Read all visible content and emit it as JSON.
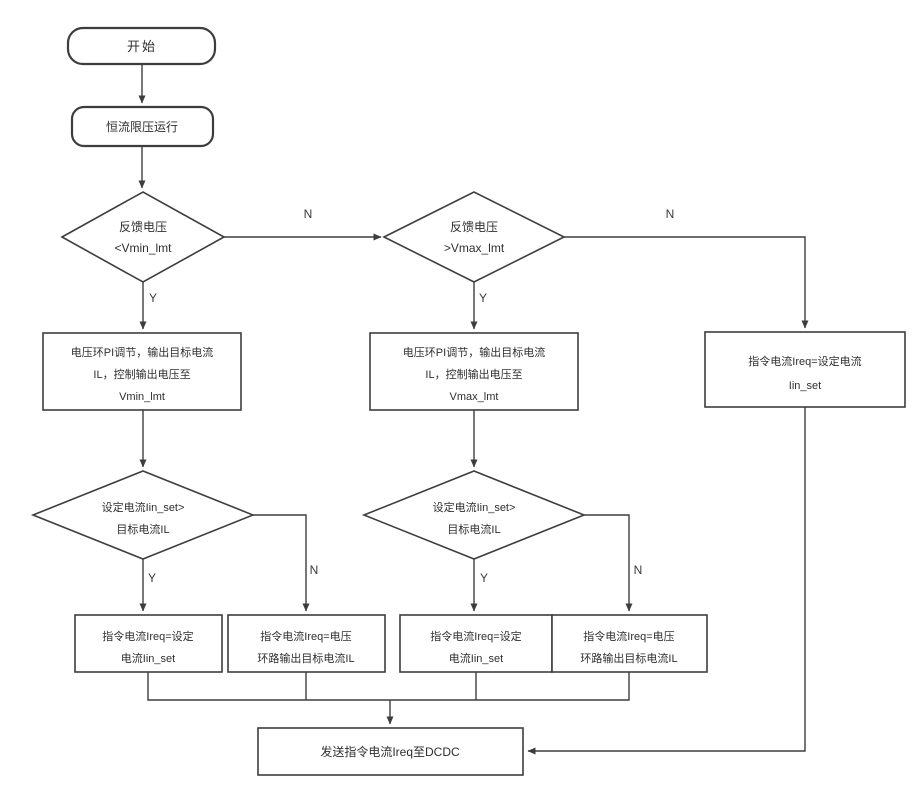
{
  "nodes": {
    "start": {
      "label": "开始"
    },
    "mode": {
      "label": "恒流限压运行"
    },
    "check_vmin": {
      "line1": "反馈电压",
      "line2": "<Vmin_lmt"
    },
    "check_vmax": {
      "line1": "反馈电压",
      "line2": ">Vmax_lmt"
    },
    "vloop_min": {
      "line1": "电压环PI调节，输出目标电流",
      "line2": "IL，控制输出电压至",
      "line3": "Vmin_lmt"
    },
    "vloop_max": {
      "line1": "电压环PI调节，输出目标电流",
      "line2": "IL，控制输出电压至",
      "line3": "Vmax_lmt"
    },
    "cmd_set_right": {
      "line1": "指令电流Ireq=设定电流",
      "line2": "Iin_set"
    },
    "check_set_vs_target_left": {
      "line1": "设定电流Iin_set>",
      "line2": "目标电流IL"
    },
    "check_set_vs_target_mid": {
      "line1": "设定电流Iin_set>",
      "line2": "目标电流IL"
    },
    "cmd_set_a": {
      "line1": "指令电流Ireq=设定",
      "line2": "电流Iin_set"
    },
    "cmd_target_b": {
      "line1": "指令电流Ireq=电压",
      "line2": "环路输出目标电流IL"
    },
    "cmd_set_c": {
      "line1": "指令电流Ireq=设定",
      "line2": "电流Iin_set"
    },
    "cmd_target_d": {
      "line1": "指令电流Ireq=电压",
      "line2": "环路输出目标电流IL"
    },
    "send": {
      "label": "发送指令电流Ireq至DCDC"
    }
  },
  "labels": {
    "n1": "N",
    "n2": "N",
    "y1": "Y",
    "y2": "Y",
    "y3": "Y",
    "n3": "N",
    "y4": "Y",
    "n4": "N"
  },
  "colors": {
    "stroke": "#3d3d3d",
    "text": "#2f2f2f",
    "background": "#ffffff",
    "shape_fill": "#ffffff"
  }
}
